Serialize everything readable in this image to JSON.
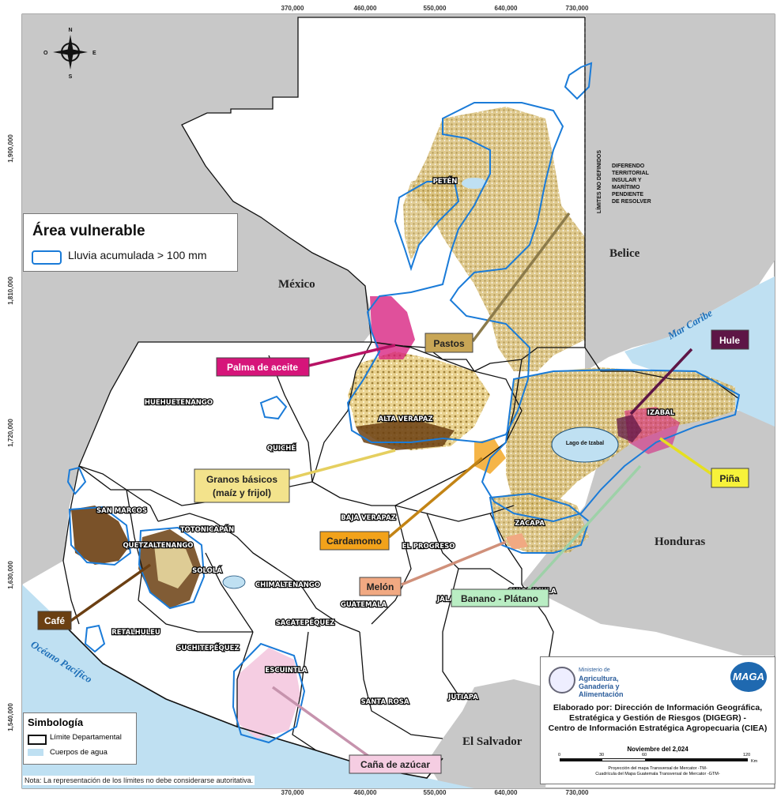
{
  "map": {
    "top_ticks": [
      "370,000",
      "460,000",
      "550,000",
      "640,000",
      "730,000"
    ],
    "bottom_ticks": [
      "370,000",
      "460,000",
      "550,000",
      "640,000",
      "730,000"
    ],
    "left_ticks": [
      "1,900,000",
      "1,810,000",
      "1,720,000",
      "1,630,000",
      "1,540,000"
    ],
    "countries": {
      "mexico": "México",
      "belice": "Belice",
      "honduras": "Honduras",
      "el_salvador": "El Salvador"
    },
    "seas": {
      "caribe": "Mar Caribe",
      "pacifico": "Océano Pacífico"
    },
    "lakes": {
      "izabal": "Lago de Izabal"
    },
    "limits_text": "LÍMITES NO DEFINIDOS",
    "dispute_text": [
      "DIFERENDO",
      "TERRITORIAL",
      "INSULAR Y",
      "MARÍTIMO",
      "PENDIENTE",
      "DE RESOLVER"
    ],
    "compass": {
      "n": "N",
      "s": "S",
      "e": "E",
      "o": "O"
    },
    "departments": {
      "peten": "PETÉN",
      "huehuetenango": "HUEHUETENANGO",
      "quiche": "QUICHÉ",
      "alta_verapaz": "ALTA VERAPAZ",
      "izabal": "IZABAL",
      "san_marcos": "SAN MARCOS",
      "totonicapan": "TOTONICAPÁN",
      "quetzaltenango": "QUETZALTENANGO",
      "solola": "SOLOLÁ",
      "chimaltenango": "CHIMALTENANGO",
      "baja_verapaz": "BAJA VERAPAZ",
      "el_progreso": "EL PROGRESO",
      "zacapa": "ZACAPA",
      "guatemala": "GUATEMALA",
      "jalapa": "JALAPA",
      "chiquimula": "CHIQUIMULA",
      "sacatepequez": "SACATEPÉQUEZ",
      "retalhuleu": "RETALHULEU",
      "suchitepequez": "SUCHITEPÉQUEZ",
      "escuintla": "ESCUINTLA",
      "santa_rosa": "SANTA ROSA",
      "jutiapa": "JUTIAPA"
    },
    "crop_labels": {
      "palma": "Palma de aceite",
      "pastos": "Pastos",
      "hule": "Hule",
      "granos_1": "Granos básicos",
      "granos_2": "(maíz y frijol)",
      "pina": "Piña",
      "cardamomo": "Cardamomo",
      "melon": "Melón",
      "banano": "Banano - Plátano",
      "cafe": "Café",
      "cana": "Caña de azúcar"
    },
    "colors": {
      "water": "#bfe0f2",
      "neighbor": "#c8c8c8",
      "vulnerable": "#1a7bd8",
      "cafe": "#6b3f12",
      "pastos": "#c8a656",
      "palma": "#d6157a",
      "hule": "#5e1646",
      "granos": "#f3e38c",
      "pina": "#f7f23a",
      "cardamomo": "#f2a21a",
      "melon": "#f1a982",
      "banano": "#b9edc3",
      "cana": "#f5cde2"
    }
  },
  "legend_vulnerable": {
    "title": "Área vulnerable",
    "item": "Lluvia acumulada > 100 mm"
  },
  "legend_symbols": {
    "title": "Simbología",
    "items": [
      "Límite Departamental",
      "Cuerpos de agua"
    ]
  },
  "note": "Nota: La representación de los límites no debe considerarse autoritativa.",
  "credits": {
    "ministry": [
      "Ministerio de",
      "Agricultura,",
      "Ganadería y",
      "Alimentación"
    ],
    "logo": "MAGA",
    "made_by": [
      "Elaborado por: Dirección de Información Geográfica,",
      "Estratégica y Gestión de Riesgos (DIGEGR) -",
      "Centro de Información Estratégica Agropecuaria (CIEA)"
    ],
    "date": "Noviembre del 2,024",
    "scale": [
      "0",
      "30",
      "60",
      "120",
      "Km"
    ],
    "projection": [
      "Proyección del mapa Transversal de Mercator -TM-",
      "Cuadrícula del Mapa Guatemala Transversal de Mercator -GTM-"
    ]
  }
}
